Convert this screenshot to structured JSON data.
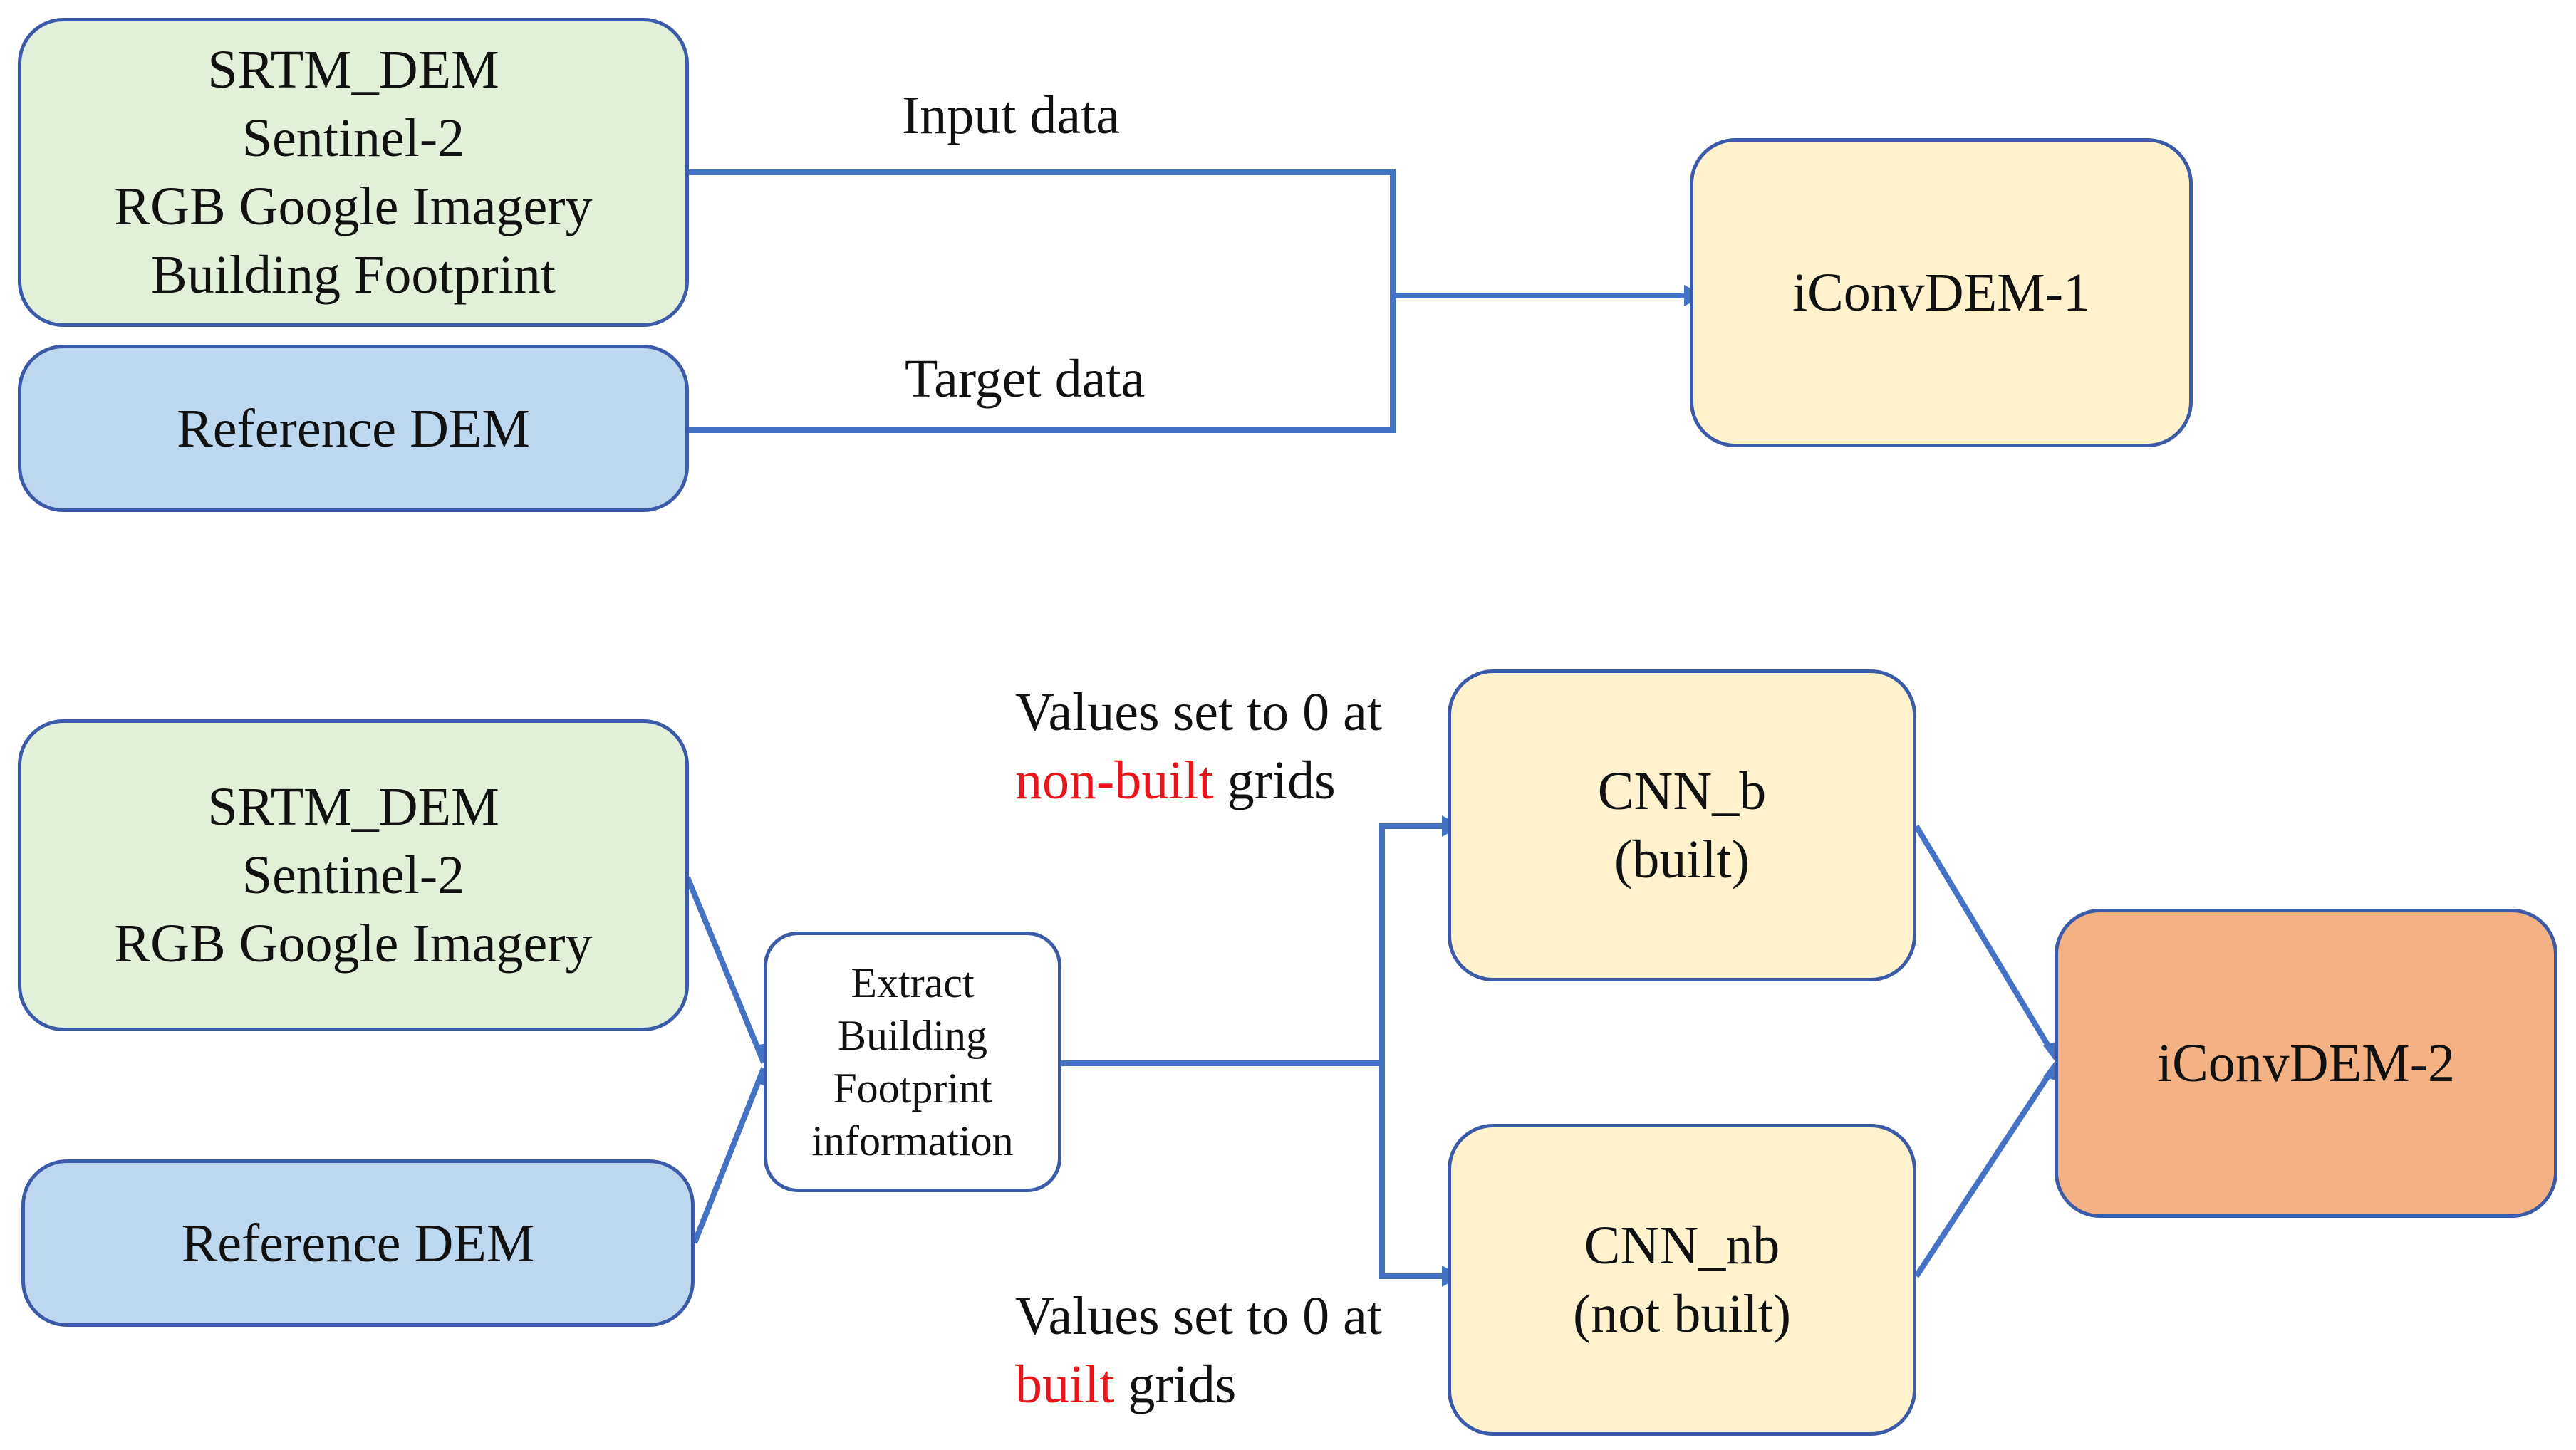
{
  "top_flow": {
    "inputs_box": [
      "SRTM_DEM",
      "Sentinel-2",
      "RGB Google Imagery",
      "Building Footprint"
    ],
    "reference_box": "Reference DEM",
    "input_label": "Input data",
    "target_label": "Target data",
    "output_box": "iConvDEM-1"
  },
  "bottom_flow": {
    "inputs_box": [
      "SRTM_DEM",
      "Sentinel-2",
      "RGB Google Imagery"
    ],
    "reference_box": "Reference DEM",
    "extract_box": [
      "Extract",
      "Building",
      "Footprint",
      "information"
    ],
    "upper_note": {
      "line1": "Values set to 0 at",
      "highlight": "non-built",
      "rest": " grids"
    },
    "lower_note": {
      "line1": "Values set to 0 at",
      "highlight": "built",
      "rest": " grids"
    },
    "cnn_b": [
      "CNN_b",
      "(built)"
    ],
    "cnn_nb": [
      "CNN_nb",
      "(not built)"
    ],
    "output_box": "iConvDEM-2"
  },
  "colors": {
    "line": "#4472c4",
    "border": "#3b5aa8",
    "green": "#e2efd9",
    "blue": "#bdd7ee",
    "yellow": "#fff2cc",
    "orange": "#f4b183",
    "highlight": "#e8151b"
  }
}
